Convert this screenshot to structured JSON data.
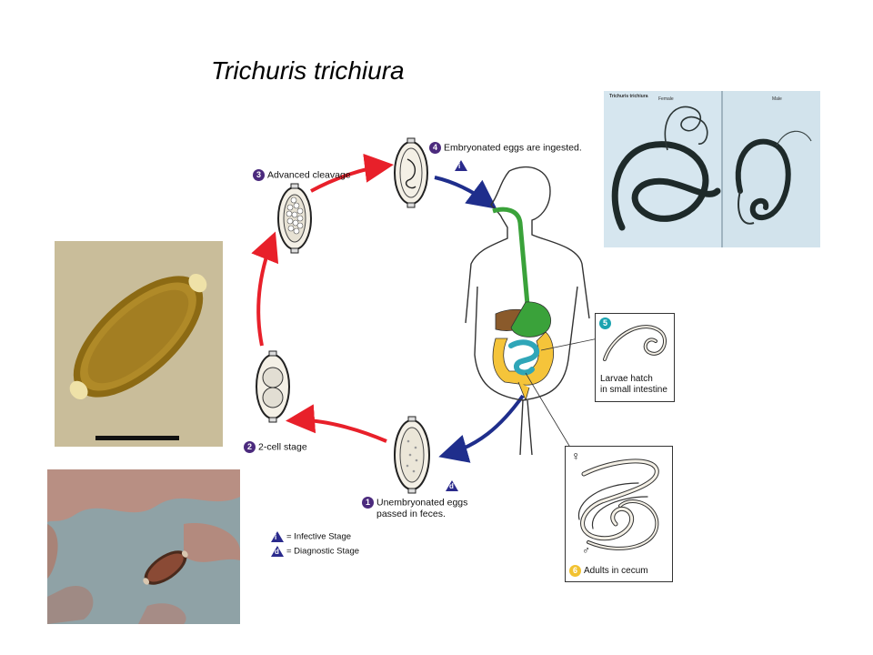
{
  "title": "Trichuris trichiura",
  "steps": {
    "s1": {
      "num": "1",
      "line1": "Unembryonated eggs",
      "line2": "passed in feces."
    },
    "s2": {
      "num": "2",
      "label": "2-cell stage"
    },
    "s3": {
      "num": "3",
      "label": "Advanced cleavage"
    },
    "s4": {
      "num": "4",
      "label": "Embryonated eggs are ingested."
    },
    "s5": {
      "num": "5",
      "line1": "Larvae hatch",
      "line2": "in small intestine"
    },
    "s6": {
      "num": "6",
      "label": "Adults in cecum"
    }
  },
  "markers": {
    "infective_letter": "i",
    "diagnostic_letter": "d",
    "female_symbol": "♀",
    "male_symbol": "♂"
  },
  "legend": {
    "infective": "= Infective Stage",
    "diagnostic": "= Diagnostic Stage"
  },
  "adult_photo": {
    "heading": "Trichuris trichiura",
    "panel_left": "Female",
    "panel_right": "Male"
  },
  "colors": {
    "arrow_red": "#e8202a",
    "arrow_blue": "#1f2e8c",
    "badge_purple": "#4b2a7d",
    "badge_teal": "#1aa3b0",
    "badge_yellow": "#f2c230",
    "intestine_yellow": "#f5c43a",
    "stomach_green": "#3aa23a",
    "liver_brown": "#8a5a2b",
    "small_intestine_teal": "#2fa6b8"
  }
}
